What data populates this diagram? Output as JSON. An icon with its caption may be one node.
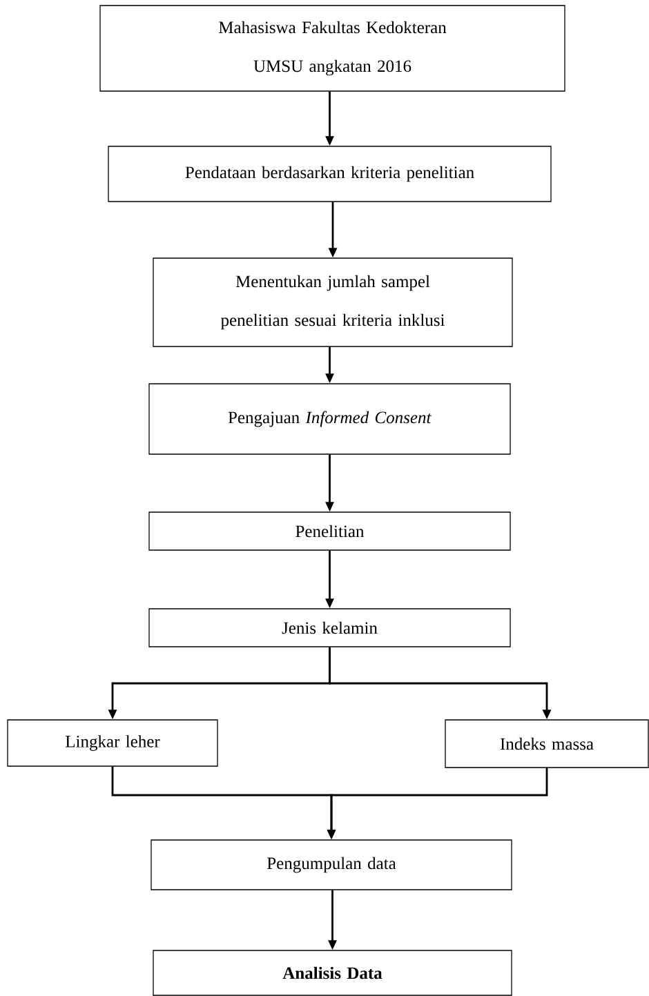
{
  "diagram": {
    "nodes": [
      {
        "text": [
          "Mahasiswa Fakultas Kedokteran UMSU angkatan 2016"
        ]
      },
      {
        "text": [
          "Pendataan berdasarkan kriteria penelitian"
        ]
      },
      {
        "text": [
          "Menentukan jumlah sampel penelitian sesuai kriteria inklusi"
        ]
      },
      {
        "text": [
          "Pengajuan *Informed Consent*"
        ]
      },
      {
        "text": [
          "Penelitian"
        ]
      },
      {
        "text": [
          "Jenis kelamin"
        ]
      },
      {
        "text": [
          "Lingkar leher"
        ]
      },
      {
        "text": [
          "Indeks massa"
        ]
      },
      {
        "text": [
          "Pengumpulan data"
        ]
      },
      {
        "text": [
          "Analisis Data"
        ]
      }
    ],
    "edges": [
      {
        "from": 0,
        "to": 1,
        "arrow": "to"
      },
      {
        "from": 1,
        "to": 2,
        "arrow": "to"
      },
      {
        "from": 2,
        "to": 3,
        "arrow": "to"
      },
      {
        "from": 3,
        "to": 4,
        "arrow": "to"
      },
      {
        "from": 4,
        "to": 5,
        "arrow": "to"
      },
      {
        "from": 5,
        "to": 6,
        "arrow": "to"
      },
      {
        "from": 5,
        "to": 7,
        "arrow": "to"
      },
      {
        "from": 6,
        "to": 8,
        "arrow": "to"
      },
      {
        "from": 7,
        "to": 8,
        "arrow": "to"
      },
      {
        "from": 8,
        "to": 9,
        "arrow": "to"
      }
    ]
  }
}
